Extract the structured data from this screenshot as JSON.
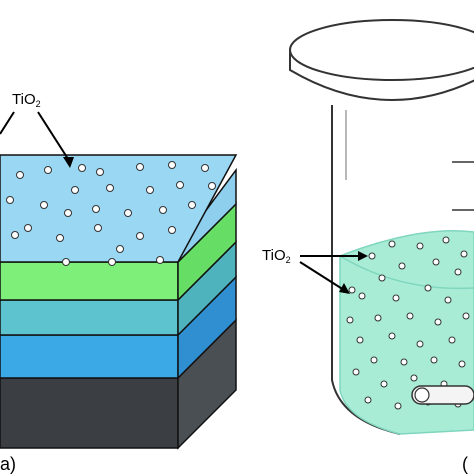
{
  "left_panel": {
    "label": "a)",
    "annotation_main": "TiO",
    "annotation_sub": "2",
    "colors": {
      "top_face": "#9ad7f3",
      "green_layer": "#7ef07a",
      "teal_layer": "#5dc4cf",
      "blue_layer": "#3aa9e6",
      "substrate": "#3b3f43",
      "side_dark": "#4a4f54"
    }
  },
  "right_panel": {
    "label": "(",
    "annotation_main": "TiO",
    "annotation_sub": "2",
    "colors": {
      "liquid": "#a8ecd6",
      "liquid_edge": "#7fd6bd",
      "beaker_outline": "#333333"
    }
  }
}
